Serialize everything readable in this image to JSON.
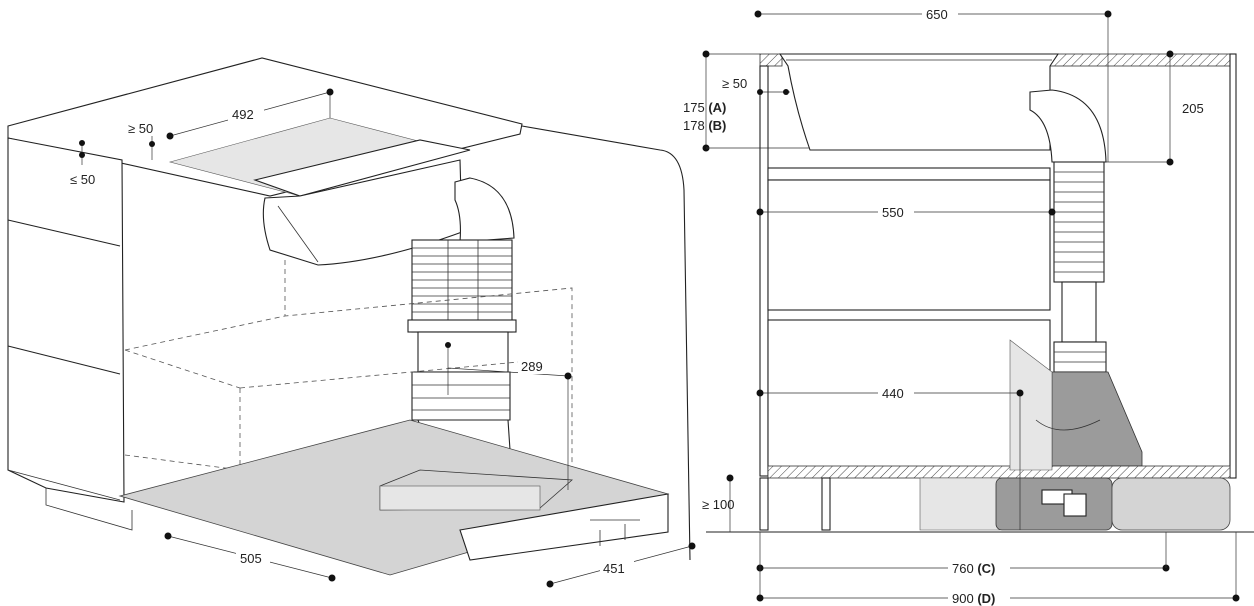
{
  "left_view": {
    "labels": {
      "cutout_width": "492",
      "front_gap": "≥ 50",
      "top_gap": "≤ 50",
      "duct_offset": "289",
      "base_depth": "505",
      "base_width": "451"
    }
  },
  "right_view": {
    "labels": {
      "overall_width": "650",
      "edge_gap": "≥ 50",
      "height_a": "175",
      "height_a_tag": "(A)",
      "height_b": "178",
      "height_b_tag": "(B)",
      "duct_height": "205",
      "upper_depth": "550",
      "lower_depth": "440",
      "plinth_height": "≥ 100",
      "width_c": "760",
      "width_c_tag": "(C)",
      "width_d": "900",
      "width_d_tag": "(D)"
    }
  }
}
